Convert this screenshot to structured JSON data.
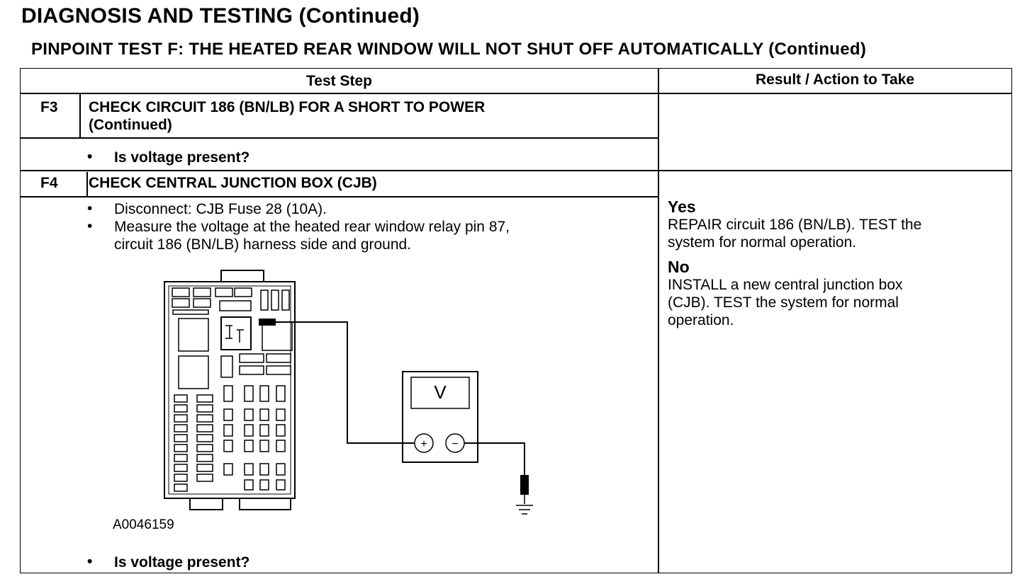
{
  "page": {
    "title": "DIAGNOSIS AND TESTING (Continued)",
    "subtitle": "PINPOINT TEST F: THE HEATED REAR WINDOW WILL NOT SHUT OFF AUTOMATICALLY (Continued)"
  },
  "table": {
    "col_test_step": "Test Step",
    "col_result": "Result / Action to Take",
    "f3": {
      "id": "F3",
      "heading_line1": "CHECK CIRCUIT 186 (BN/LB) FOR A SHORT TO POWER",
      "heading_line2": "(Continued)",
      "question": "Is voltage present?"
    },
    "f4": {
      "id": "F4",
      "heading": "CHECK CENTRAL JUNCTION BOX (CJB)",
      "steps": [
        "Disconnect: CJB Fuse 28 (10A).",
        "Measure the voltage at the heated rear window relay pin 87,",
        "circuit 186 (BN/LB) harness side and ground."
      ],
      "figure_id": "A0046159",
      "meter_label": "V",
      "meter_plus": "+",
      "meter_minus": "−",
      "question": "Is voltage present?",
      "yes_label": "Yes",
      "yes_text_1": "REPAIR circuit 186 (BN/LB). TEST the",
      "yes_text_2": "system for normal operation.",
      "no_label": "No",
      "no_text_1": "INSTALL a new central junction box",
      "no_text_2": "(CJB). TEST the system for normal",
      "no_text_3": "operation."
    }
  }
}
